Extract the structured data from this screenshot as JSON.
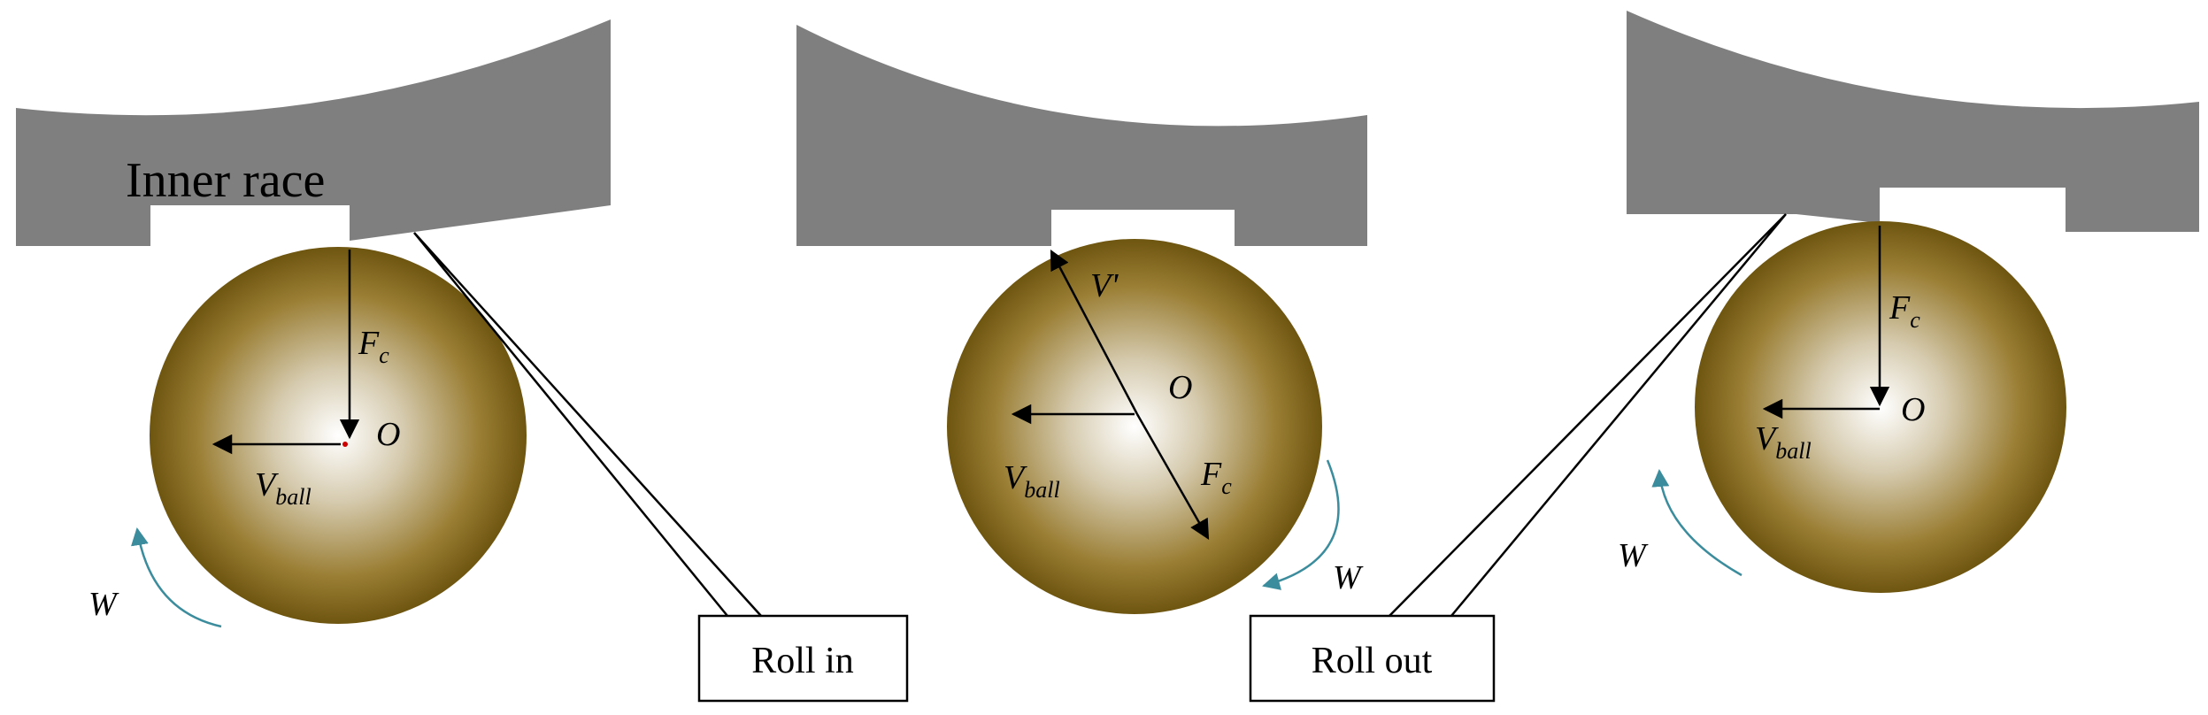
{
  "labels": {
    "inner_race": "Inner race",
    "roll_in": "Roll in",
    "roll_out": "Roll out",
    "fc_main": "F",
    "fc_sub": "c",
    "center": "O",
    "vball_main": "V",
    "vball_sub": "ball",
    "v_prime": "V'",
    "omega": "W"
  },
  "colors": {
    "race": "#7f7f7f",
    "ball_edge": "#6e5510",
    "ball_center": "#ffffff",
    "rotation_arrow": "#3b8c9c"
  }
}
